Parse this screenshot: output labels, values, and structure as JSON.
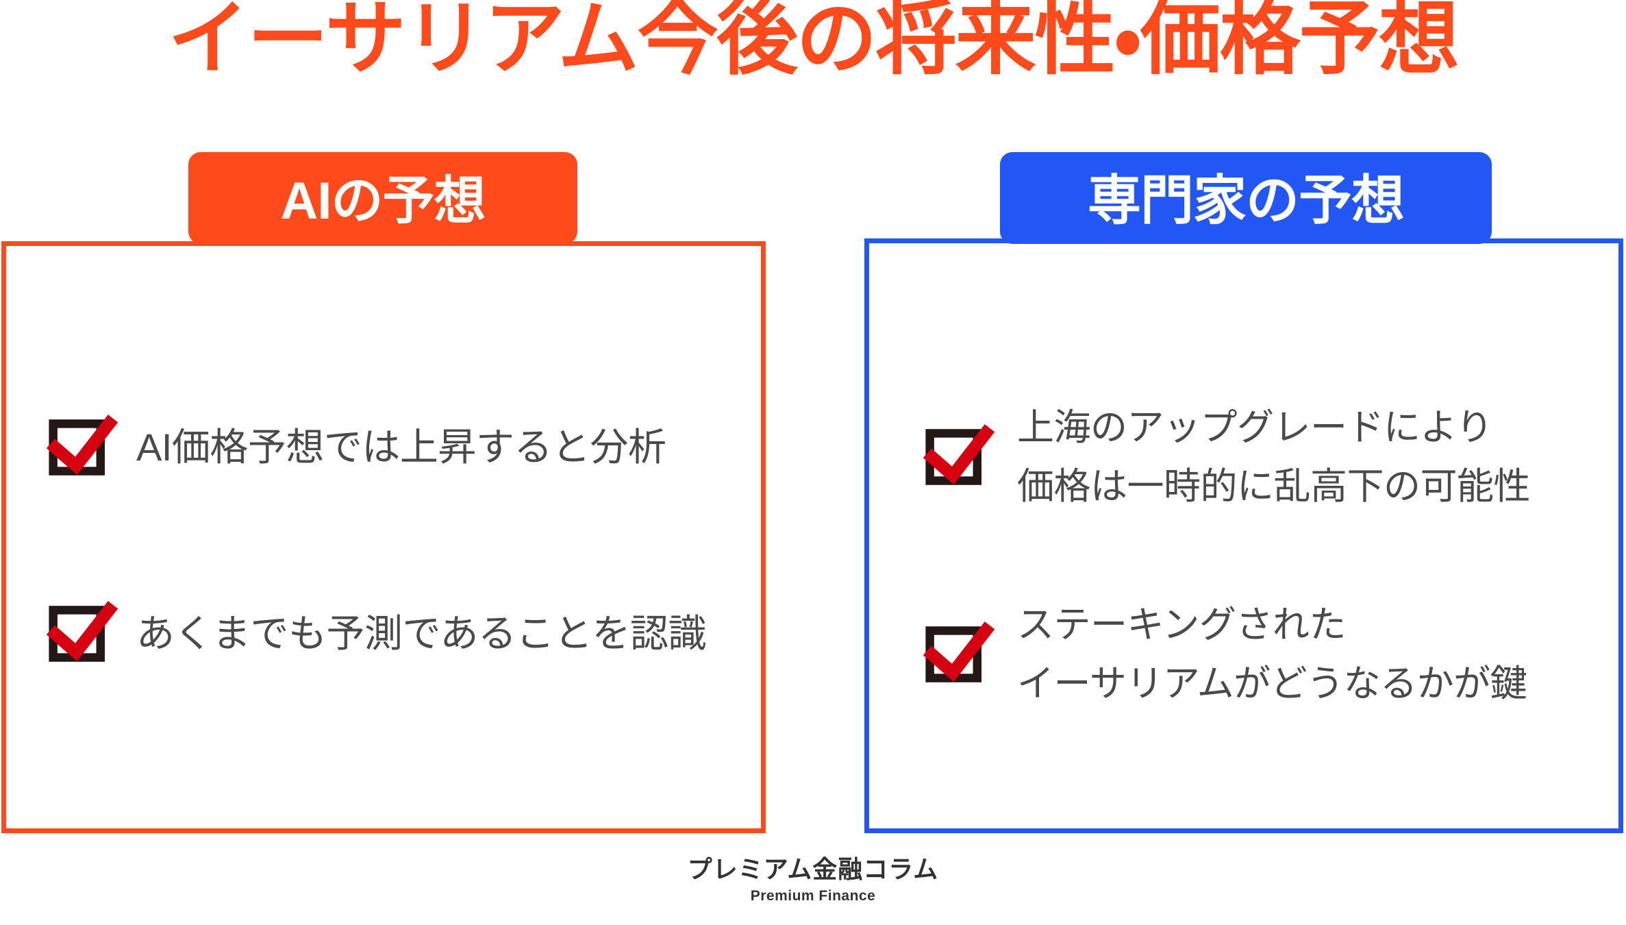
{
  "title": "イーサリアム今後の将来性・価格予想",
  "colors": {
    "title_orange": "#FF4A1C",
    "panel_orange": "#FF4A1C",
    "panel_blue": "#2257F5",
    "body_text": "#4A4A4A",
    "check_box": "#231815",
    "check_mark": "#D70011",
    "footer_text": "#333333",
    "background": "#FFFFFF"
  },
  "panels": [
    {
      "id": "ai",
      "badge_label": "AIの予想",
      "accent": "#FF4A1C",
      "items": [
        {
          "icon": "checkbox-checked-icon",
          "lines": [
            "AI価格予想では上昇すると分析"
          ]
        },
        {
          "icon": "checkbox-checked-icon",
          "lines": [
            "あくまでも予測であることを認識"
          ]
        }
      ]
    },
    {
      "id": "expert",
      "badge_label": "専門家の予想",
      "accent": "#2257F5",
      "items": [
        {
          "icon": "checkbox-checked-icon",
          "lines": [
            "上海のアップグレードにより",
            "価格は一時的に乱高下の可能性"
          ]
        },
        {
          "icon": "checkbox-checked-icon",
          "lines": [
            "ステーキングされた",
            "イーサリアムがどうなるかが鍵"
          ]
        }
      ]
    }
  ],
  "footer": {
    "brand_ja": "プレミアム金融コラム",
    "brand_en": "Premium Finance"
  }
}
